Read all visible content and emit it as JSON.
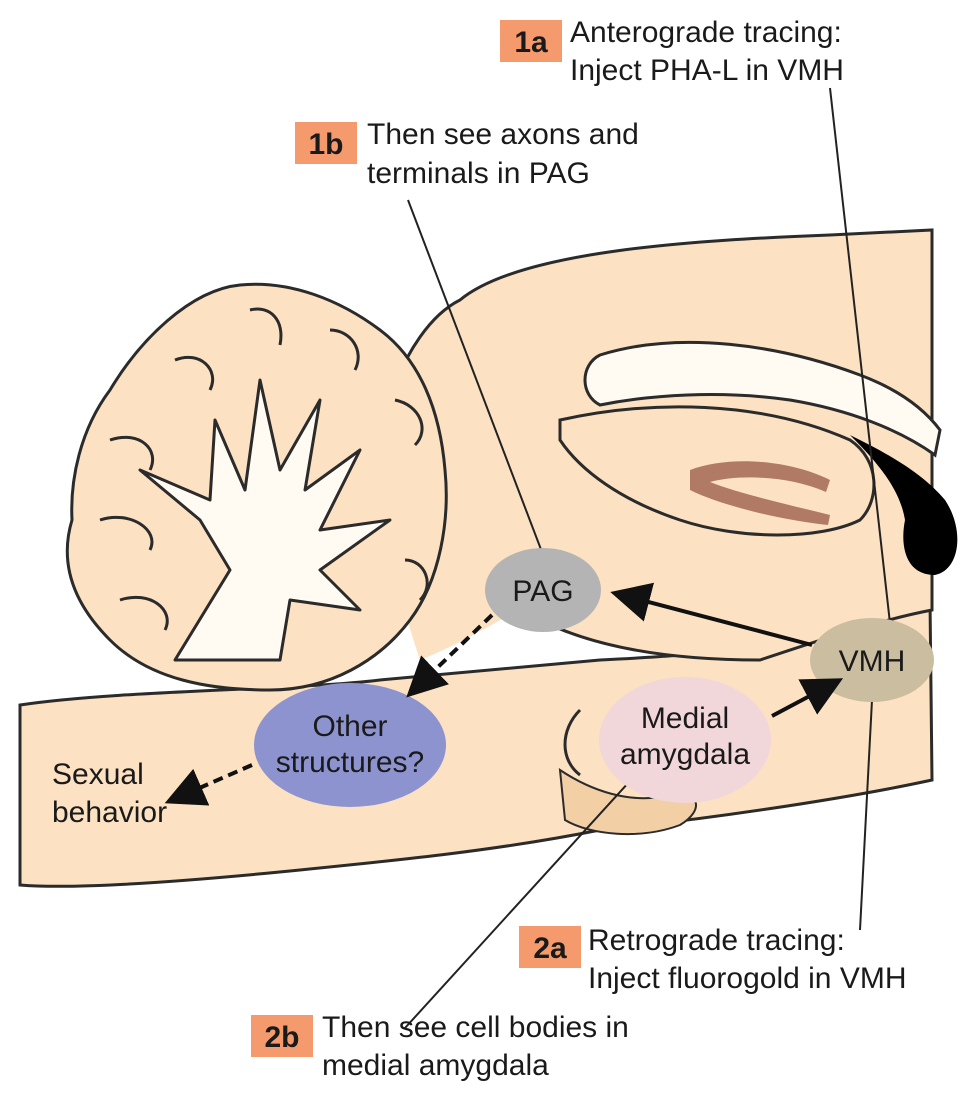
{
  "colors": {
    "tissue": "#fce2c2",
    "outline": "#2b2b2b",
    "white_matter": "#fffaf2",
    "badge": "#f59a6c",
    "pag": "#b4b4b4",
    "vmh": "#cbbd9f",
    "amygdala": "#f1d6da",
    "other": "#8d93cf",
    "hippocampus": "#b07a64",
    "ventricle": "#000000"
  },
  "callouts": {
    "c1a": {
      "badge": "1a",
      "line1": "Anterograde tracing:",
      "line2": "Inject PHA-L in VMH"
    },
    "c1b": {
      "badge": "1b",
      "line1": "Then see axons and",
      "line2": "terminals in PAG"
    },
    "c2a": {
      "badge": "2a",
      "line1": "Retrograde tracing:",
      "line2": "Inject fluorogold in VMH"
    },
    "c2b": {
      "badge": "2b",
      "line1": "Then see cell bodies in",
      "line2": "medial amygdala"
    }
  },
  "nodes": {
    "pag": "PAG",
    "vmh": "VMH",
    "amygdala": {
      "line1": "Medial",
      "line2": "amygdala"
    },
    "other": {
      "line1": "Other",
      "line2": "structures?"
    },
    "sexual": {
      "line1": "Sexual",
      "line2": "behavior"
    }
  }
}
